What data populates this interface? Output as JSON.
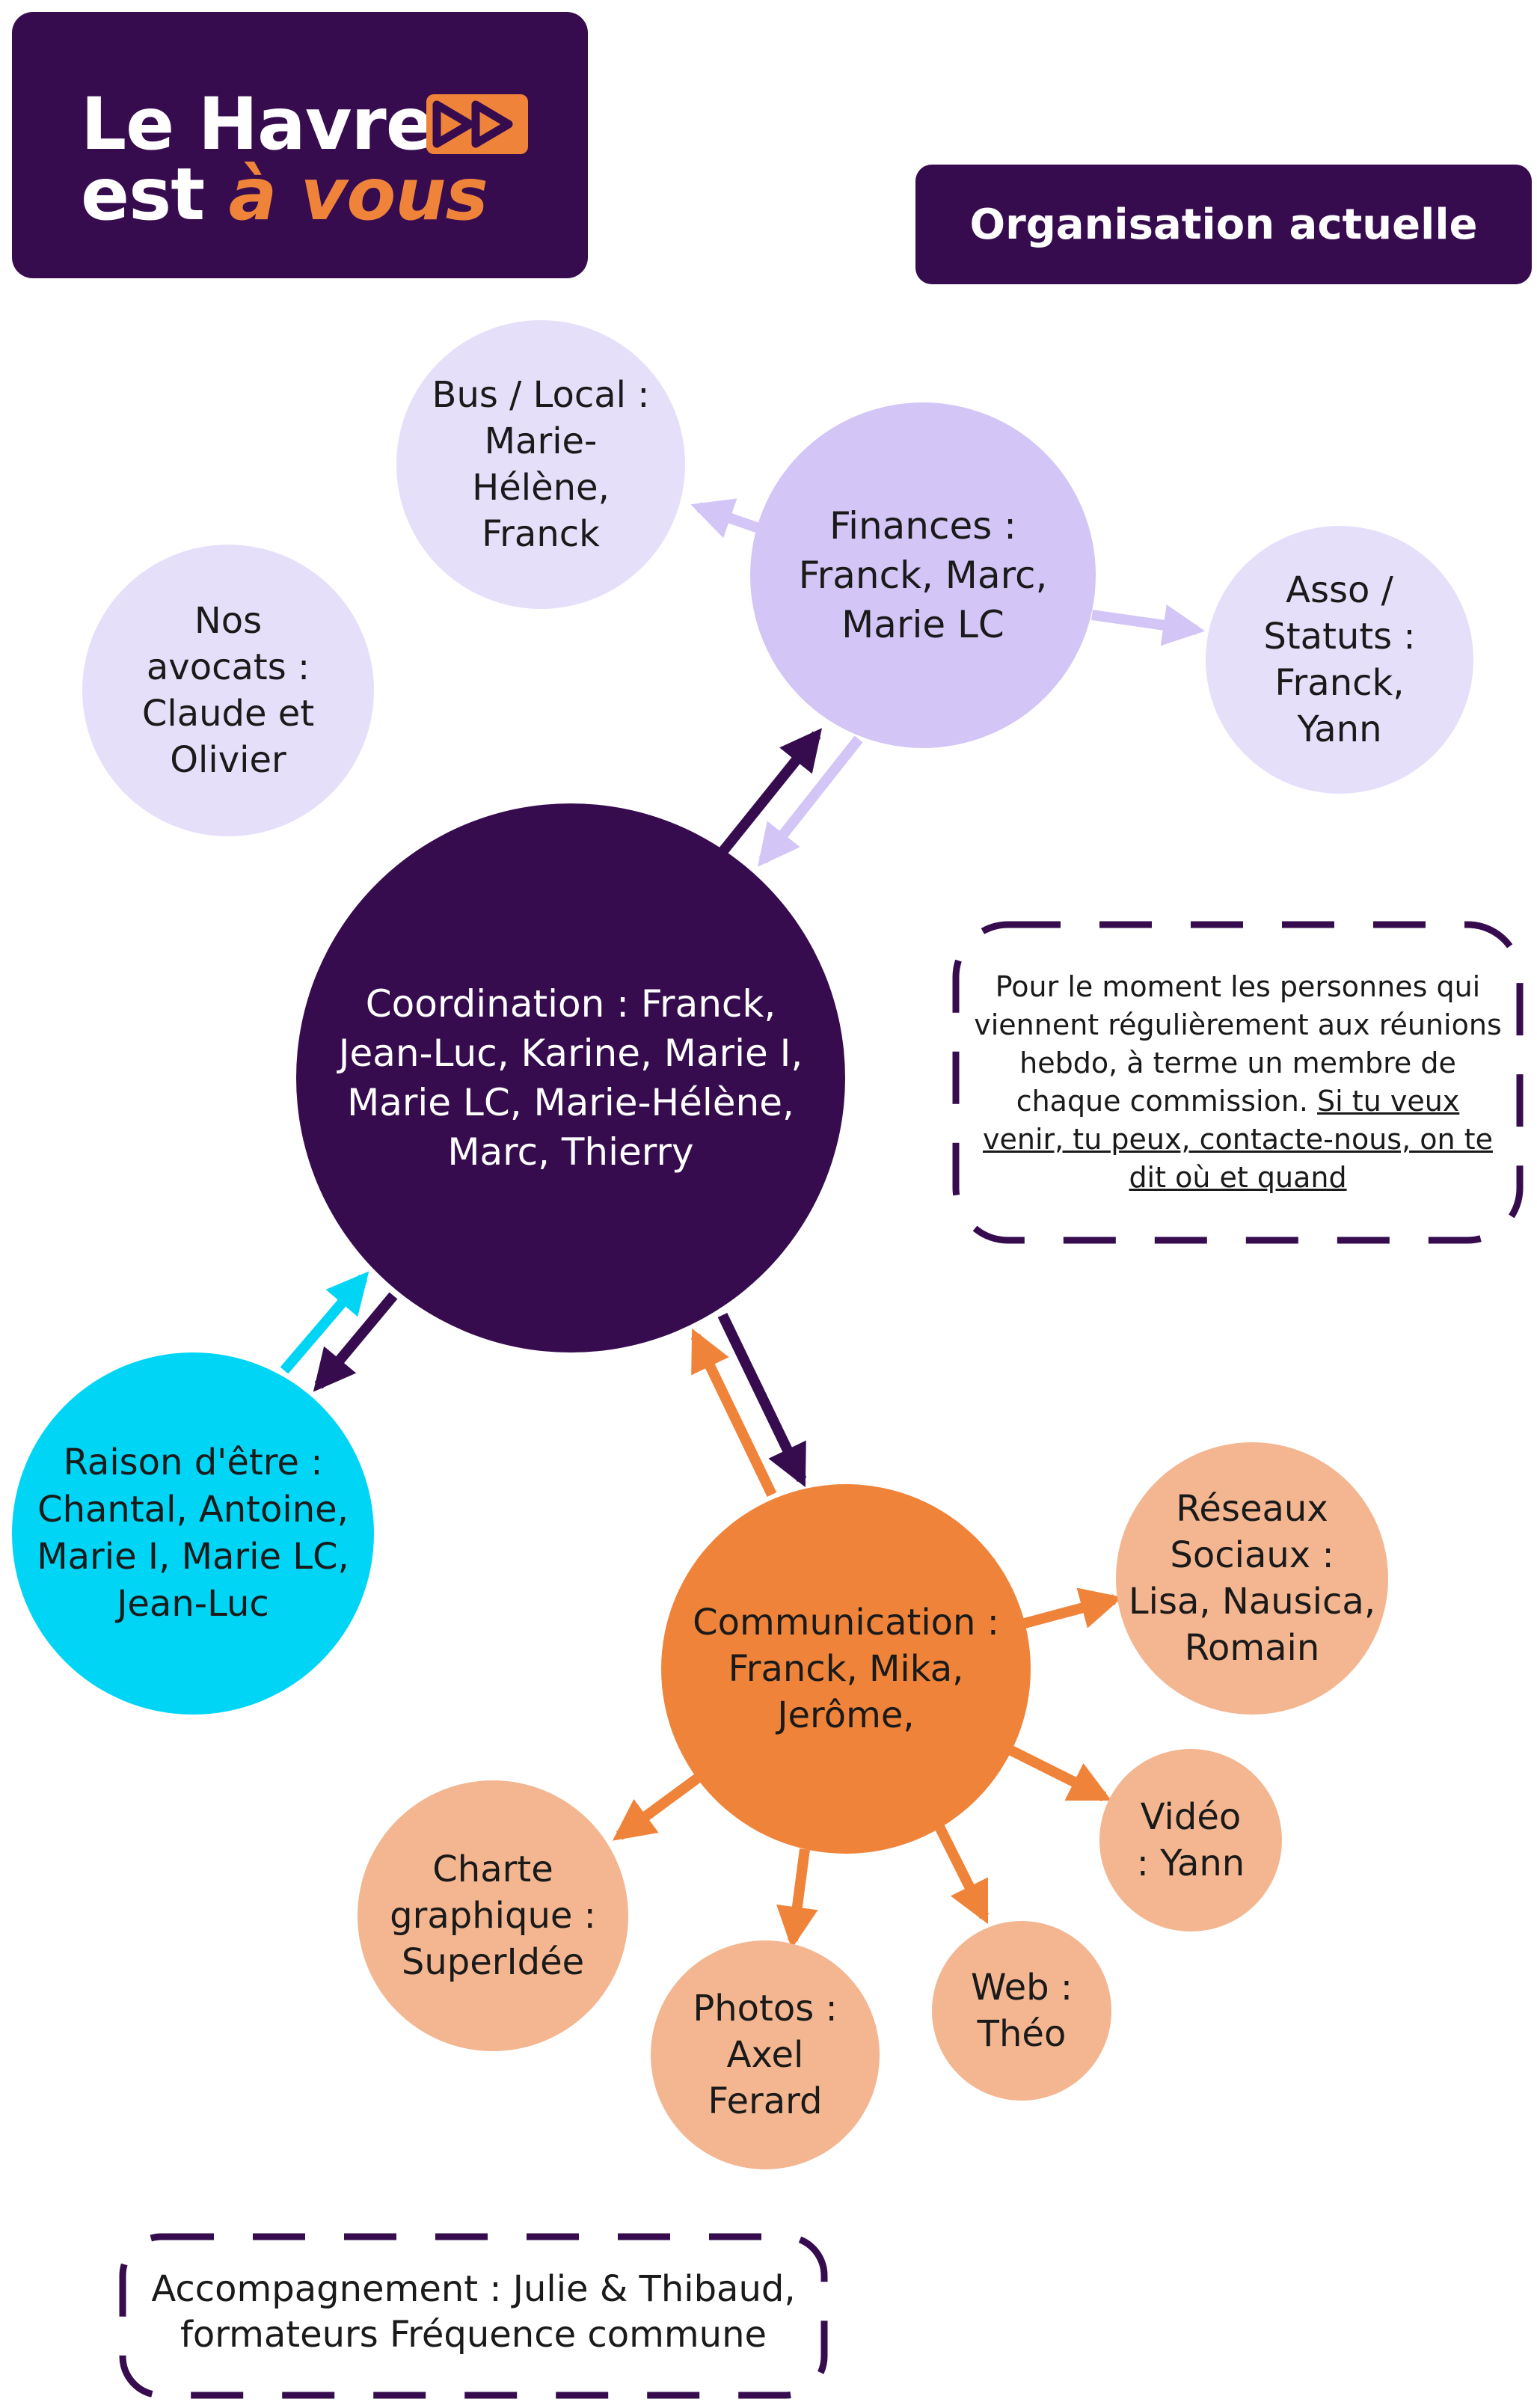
{
  "logo": {
    "line1": "Le Havre",
    "line2_prefix": "est",
    "line2_accent": "à vous",
    "arrows_icon": "fast-forward-icon"
  },
  "title": "Organisation actuelle",
  "nodes": {
    "coordination": "Coordination : Franck, Jean-Luc, Karine, Marie I, Marie LC, Marie-Hélène, Marc, Thierry",
    "finances": "Finances : Franck, Marc, Marie LC",
    "bus_local": "Bus / Local : Marie-Hélène, Franck",
    "asso_statuts": "Asso / Statuts : Franck, Yann",
    "avocats": "Nos avocats : Claude et Olivier",
    "raison_etre": "Raison d'être : Chantal, Antoine, Marie I, Marie LC, Jean-Luc",
    "communication": "Communication : Franck, Mika, Jerôme,",
    "reseaux": "Réseaux Sociaux : Lisa, Nausica, Romain",
    "video": "Vidéo : Yann",
    "web": "Web : Théo",
    "photos": "Photos : Axel Ferard",
    "charte": "Charte graphique : SuperIdée"
  },
  "note": {
    "text": "Pour le moment les personnes qui viennent régulièrement aux réunions hebdo, à terme un membre de chaque commission.",
    "link": "Si tu veux venir, tu peux, contacte-nous, on te dit où et quand"
  },
  "accompagnement": "Accompagnement : Julie & Thibaud, formateurs Fréquence commune",
  "colors": {
    "dark_purple": "#360c4f",
    "light_purple": "#d3c5f5",
    "pale_purple": "#e6dffa",
    "cyan": "#00d5f5",
    "orange": "#ef8339",
    "peach": "#f3b690"
  }
}
